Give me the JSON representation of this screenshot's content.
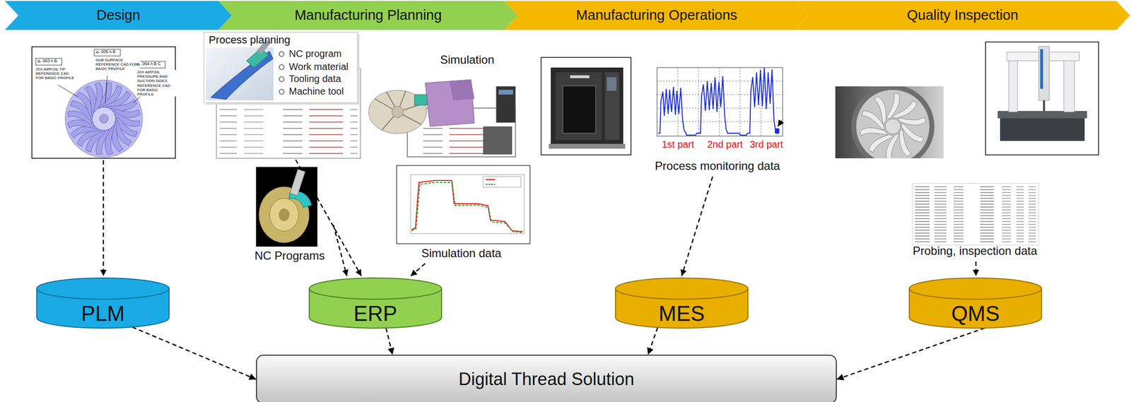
{
  "diagram": {
    "nodes": [
      {
        "text": [
          "Design"
        ]
      },
      {
        "text": [
          "Manufacturing Planning"
        ]
      },
      {
        "text": [
          "Manufacturing Operations"
        ]
      },
      {
        "text": [
          "Quality Inspection"
        ]
      },
      {
        "text": [
          "PLM"
        ]
      },
      {
        "text": [
          "ERP"
        ]
      },
      {
        "text": [
          "MES"
        ]
      },
      {
        "text": [
          "QMS"
        ]
      },
      {
        "text": [
          "Digital Thread Solution"
        ]
      }
    ],
    "edges": [
      {
        "from": 4,
        "to": 8,
        "arrow": "to"
      },
      {
        "from": 5,
        "to": 8,
        "arrow": "to"
      },
      {
        "from": 6,
        "to": 8,
        "arrow": "to"
      },
      {
        "from": 7,
        "to": 8,
        "arrow": "to"
      }
    ],
    "labels": [
      "⌓ .005 A B",
      "HUB SURFACE REFERENCE CAD FOR BASIC PROFILE",
      "⌓ .003 A B",
      "20X AIRFOIL TIP REFERENCE CAD FOR BASIC PROFILE",
      "⌓ .004 A B C",
      "20X AIRFOIL PRESSURE AND SUCTION SIDES REFERENCE CAD FOR BASIC PROFILE",
      "Process planning",
      "NC program",
      "Work material",
      "Tooling data",
      "Machine tool",
      "Simulation",
      "NC Programs",
      "Simulation data",
      "1st part",
      "2nd part",
      "3rd part",
      "Process monitoring data",
      "Probing, inspection data"
    ]
  }
}
